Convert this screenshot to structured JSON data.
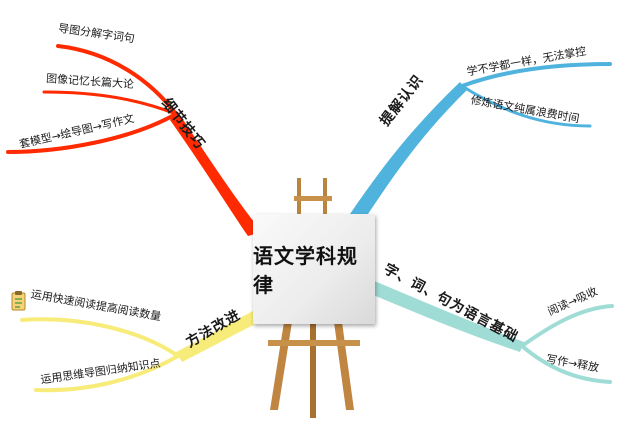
{
  "center": {
    "title": "语文学科规律"
  },
  "branches": {
    "detail_skills": {
      "label": "细节技巧",
      "color": "#ff2a00",
      "leaves": [
        "导图分解字词句",
        "图像记忆长篇大论",
        "套模型→绘导图→写作文"
      ]
    },
    "awareness": {
      "label": "提解认识",
      "color": "#4fb3dd",
      "leaves": [
        "学不学都一样，无法掌控",
        "修炼语文纯属浪费时间"
      ]
    },
    "method_improve": {
      "label": "方法改进",
      "color": "#f7ec7a",
      "leaves": [
        "运用快速阅读提高阅读数量",
        "运用思维导图归纳知识点"
      ]
    },
    "foundation": {
      "label": "字、词、句为语言基础",
      "color": "#9fdcd6",
      "leaves": [
        "阅读→吸收",
        "写作→释放"
      ]
    }
  },
  "icons": {
    "clipboard": "clipboard-icon",
    "easel": "easel-icon"
  }
}
